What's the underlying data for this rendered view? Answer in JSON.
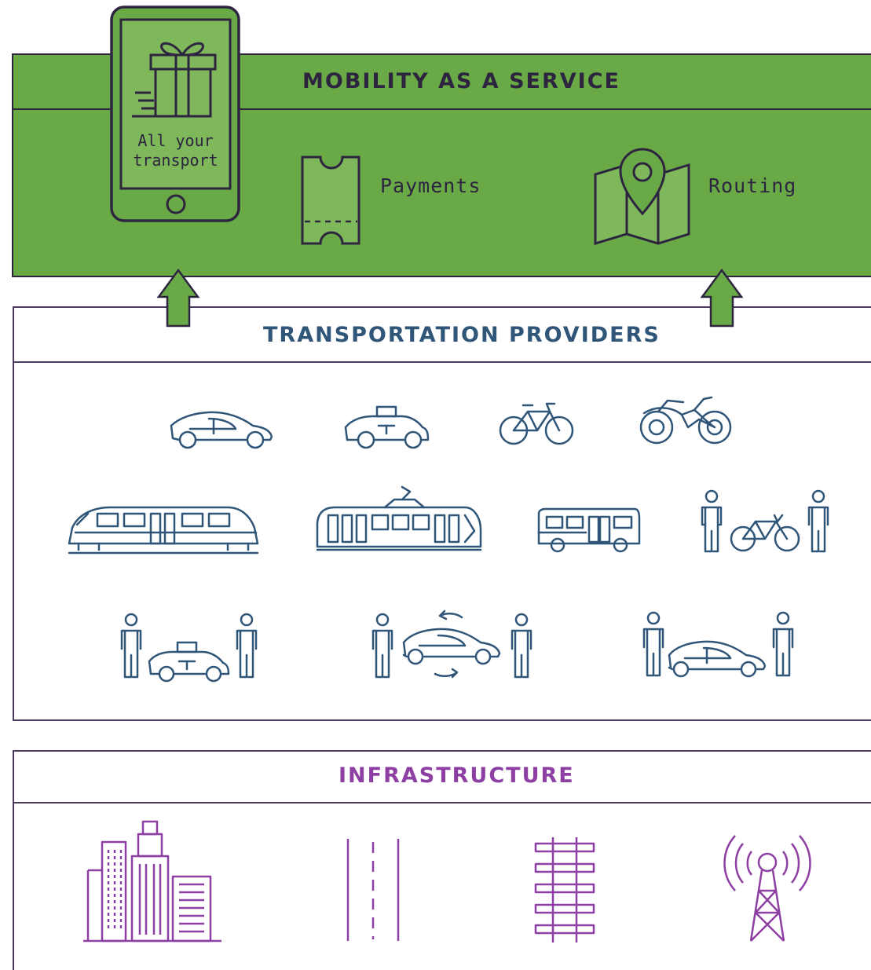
{
  "maas": {
    "title": "MOBILITY AS A SERVICE",
    "phone_text_line1": "All your",
    "phone_text_line2": "transport",
    "payments_label": "Payments",
    "routing_label": "Routing",
    "band_color": "#6aaa46",
    "title_color": "#2d2540"
  },
  "providers": {
    "title": "TRANSPORTATION PROVIDERS",
    "title_color": "#2f5578",
    "icon_color": "#2f5578",
    "icons": [
      "car-icon",
      "taxi-icon",
      "bicycle-icon",
      "motorcycle-icon",
      "train-icon",
      "tram-icon",
      "bus-icon",
      "bike-sharing-icon",
      "taxi-with-people-icon",
      "car-swap-icon",
      "car-sharing-icon"
    ]
  },
  "infrastructure": {
    "title": "INFRASTRUCTURE",
    "title_color": "#8e3fa3",
    "icon_color": "#8e3fa3",
    "icons": [
      "buildings-icon",
      "road-icon",
      "railway-icon",
      "cell-tower-icon"
    ]
  }
}
